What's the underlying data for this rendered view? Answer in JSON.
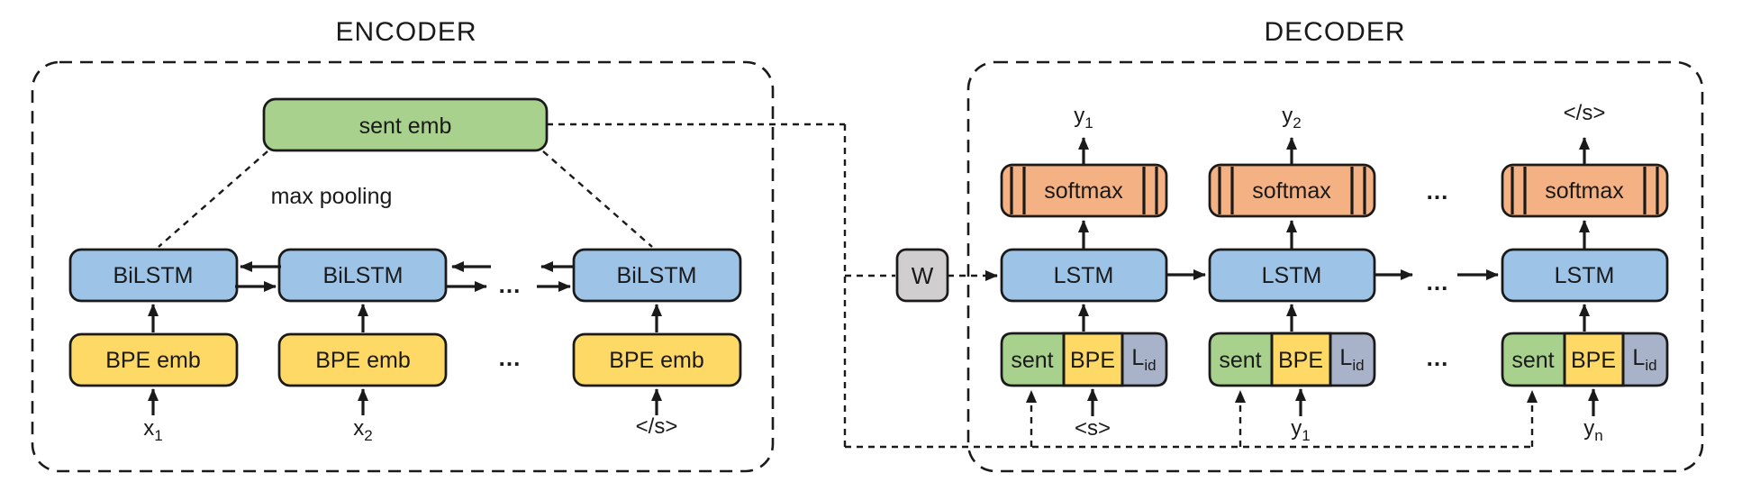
{
  "colors": {
    "box_blue": "#9DC3E6",
    "box_yellow": "#FFD966",
    "box_green": "#A9D18E",
    "box_orange": "#F4B183",
    "box_gray": "#D0CECE",
    "box_bluegray": "#A8B2C8",
    "stroke": "#1A1A1A"
  },
  "encoder": {
    "title": "ENCODER",
    "sent_emb_label": "sent emb",
    "max_pooling_label": "max pooling",
    "ellipsis": "...",
    "columns": [
      {
        "rnn": "BiLSTM",
        "emb": "BPE emb",
        "input_base": "x",
        "input_sub": "1"
      },
      {
        "rnn": "BiLSTM",
        "emb": "BPE emb",
        "input_base": "x",
        "input_sub": "2"
      },
      {
        "rnn": "BiLSTM",
        "emb": "BPE emb",
        "input_base": "</s>",
        "input_sub": ""
      }
    ]
  },
  "connector": {
    "w_label": "W"
  },
  "decoder": {
    "title": "DECODER",
    "ellipsis": "...",
    "columns": [
      {
        "output_base": "y",
        "output_sub": "1",
        "softmax": "softmax",
        "rnn": "LSTM",
        "sent": "sent",
        "bpe": "BPE",
        "lid_base": "L",
        "lid_sub": "id",
        "input_base": "<s>",
        "input_sub": ""
      },
      {
        "output_base": "y",
        "output_sub": "2",
        "softmax": "softmax",
        "rnn": "LSTM",
        "sent": "sent",
        "bpe": "BPE",
        "lid_base": "L",
        "lid_sub": "id",
        "input_base": "y",
        "input_sub": "1"
      },
      {
        "output_base": "</s>",
        "output_sub": "",
        "softmax": "softmax",
        "rnn": "LSTM",
        "sent": "sent",
        "bpe": "BPE",
        "lid_base": "L",
        "lid_sub": "id",
        "input_base": "y",
        "input_sub": "n"
      }
    ]
  }
}
